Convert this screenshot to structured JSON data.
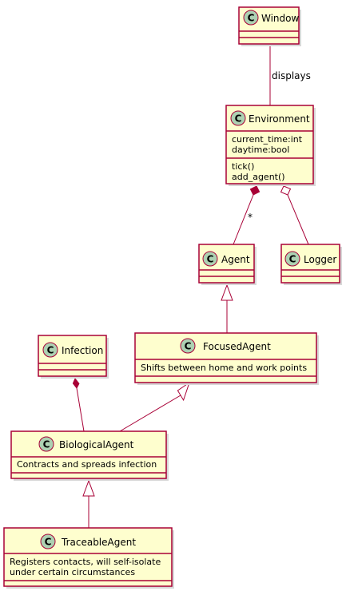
{
  "classes": {
    "window": {
      "name": "Window",
      "spot": "C",
      "attributes": [],
      "methods": []
    },
    "environment": {
      "name": "Environment",
      "spot": "C",
      "attributes": [
        "current_time:int",
        "daytime:bool"
      ],
      "methods": [
        "tick()",
        "add_agent()"
      ]
    },
    "agent": {
      "name": "Agent",
      "spot": "C",
      "attributes": [],
      "methods": []
    },
    "logger": {
      "name": "Logger",
      "spot": "C",
      "attributes": [],
      "methods": []
    },
    "infection": {
      "name": "Infection",
      "spot": "C",
      "attributes": [],
      "methods": []
    },
    "focused_agent": {
      "name": "FocusedAgent",
      "spot": "C",
      "attributes": [
        "Shifts between home and work points"
      ],
      "methods": []
    },
    "biological_agent": {
      "name": "BiologicalAgent",
      "spot": "C",
      "attributes": [
        "Contracts and spreads infection"
      ],
      "methods": []
    },
    "traceable_agent": {
      "name": "TraceableAgent",
      "spot": "C",
      "attributes": [
        "Registers contacts, will self-isolate",
        "under certain circumstances"
      ],
      "methods": []
    }
  },
  "relations": {
    "window_environment": {
      "type": "association",
      "label": "displays"
    },
    "environment_agent": {
      "type": "composition",
      "multiplicity": "*"
    },
    "environment_logger": {
      "type": "aggregation"
    },
    "agent_focused_agent": {
      "type": "generalization"
    },
    "focused_agent_biological_agent": {
      "type": "generalization"
    },
    "infection_biological_agent": {
      "type": "composition"
    },
    "biological_agent_traceable_agent": {
      "type": "generalization"
    }
  },
  "colors": {
    "class_fill": "#FEFECE",
    "border": "#A80036",
    "spot_fill": "#ADD1B2",
    "shadow": "#d8d8d8"
  }
}
